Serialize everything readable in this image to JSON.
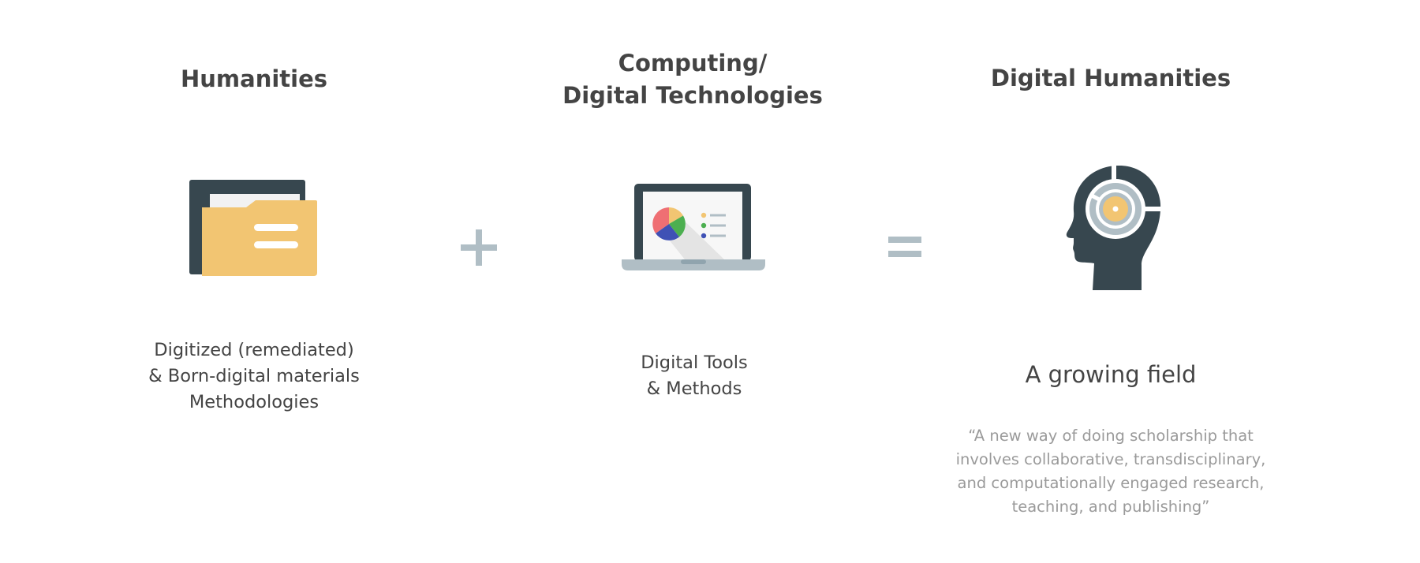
{
  "columns": [
    {
      "heading": "Humanities",
      "icon": "folder-icon",
      "caption": "Digitized (remediated)\n& Born-digital materials\nMethodologies"
    },
    {
      "heading": "Computing/\nDigital Technologies",
      "icon": "laptop-chart-icon",
      "caption": "Digital Tools\n& Methods"
    },
    {
      "heading": "Digital Humanities",
      "icon": "head-target-icon",
      "subheading": "A growing field",
      "quote": "“A new way of doing scholarship that\ninvolves collaborative, transdisciplinary,\nand computationally engaged research,\nteaching, and publishing”"
    }
  ],
  "operators": {
    "plus": "plus-icon",
    "equals": "equals-icon"
  },
  "colors": {
    "text": "#444444",
    "quote_text": "#9a9a9a",
    "dark_slate": "#37474f",
    "light_gray_blue": "#b0bec5",
    "folder_yellow": "#f2c572",
    "chart_red": "#ef6f73",
    "chart_green": "#4caf50",
    "chart_blue": "#3f51b5"
  }
}
